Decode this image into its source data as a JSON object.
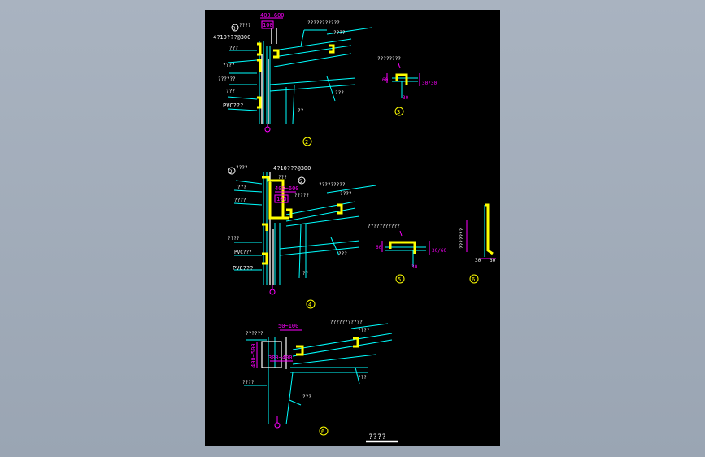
{
  "drawing": {
    "colors": {
      "background": "#9ea9b6",
      "sheet": "#000000",
      "cyan": "#00ffff",
      "white": "#ffffff",
      "yellow": "#ffff00",
      "magenta": "#ff00ff",
      "green": "#00ff00"
    },
    "detail_2": {
      "dim_top": "400~600",
      "dim_box": "100",
      "label_top_right": "???????????",
      "label_circle": "3",
      "label_pipe": "????",
      "label_spec": "4?10???@300",
      "label_1": "???",
      "label_2": "????",
      "label_3": "??????",
      "label_4": "???",
      "label_5": "PVC???",
      "label_beam": "???",
      "label_slab": "????",
      "label_small": "??",
      "marker": "2"
    },
    "detail_3": {
      "title": "????????",
      "dim_left": "60",
      "dim_right": "30/30",
      "dim_bottom": "30",
      "marker": "3"
    },
    "detail_4": {
      "label_circle": "2",
      "label_pipe": "????",
      "label_spec": "4?10???@300",
      "label_circle2": "5",
      "label_1": "???",
      "label_2": "???",
      "label_3": "????",
      "label_box": "100",
      "dim_top": "400~600",
      "label_top_right": "?????????",
      "label_slab": "????",
      "label_4": "?????",
      "label_5": "????",
      "label_6": "PVC???",
      "label_beam": "???",
      "label_small": "??",
      "marker": "4"
    },
    "detail_5": {
      "title": "???????????",
      "dim_left": "60",
      "dim_right": "30/60",
      "dim_bottom": "30",
      "marker": "5"
    },
    "detail_6b": {
      "label_vertical": "???????",
      "dim_right": "30",
      "dim_bottom": "30",
      "marker": "6"
    },
    "detail_6": {
      "dim_top": "50~100",
      "dim_side": "400~500",
      "dim_bottom": "300~400",
      "label_top_right": "???????????",
      "label_top_left": "??????",
      "label_right": "????",
      "label_left": "????",
      "label_beam": "???",
      "label_small": "???",
      "marker": "6"
    },
    "footer_title": "????"
  }
}
